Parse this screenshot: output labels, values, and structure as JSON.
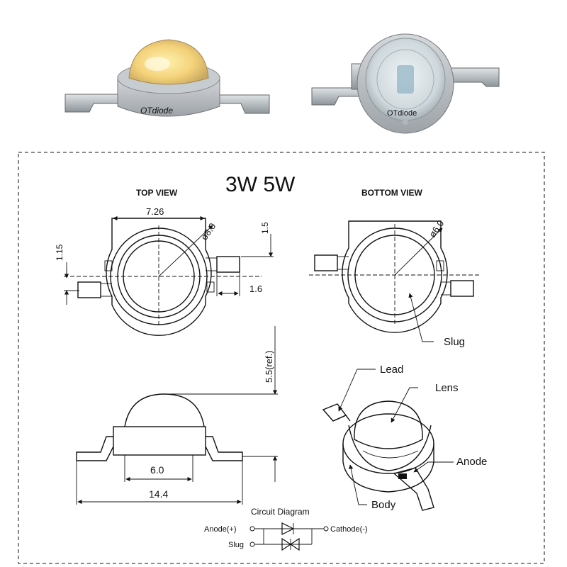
{
  "photos": {
    "left_brand": "OTdiode",
    "right_brand": "OTdiode"
  },
  "diagram": {
    "title": "3W  5W",
    "top_view_label": "TOP VIEW",
    "bottom_view_label": "BOTTOM VIEW",
    "top_view": {
      "width_dim": "7.26",
      "diameter_dim": "ø8.0",
      "left_height_dim": "1.15",
      "right_height_dim": "1.5",
      "lead_width_dim": "1.6"
    },
    "bottom_view": {
      "diameter_dim": "ø6.0",
      "slug_label": "Slug"
    },
    "side_view": {
      "height_dim": "5.5(ref.)",
      "inner_width_dim": "6.0",
      "total_width_dim": "14.4"
    },
    "iso_view": {
      "lead_label": "Lead",
      "lens_label": "Lens",
      "anode_label": "Anode",
      "body_label": "Body"
    },
    "circuit": {
      "title": "Circuit Diagram",
      "anode_label": "Anode(+)",
      "cathode_label": "Cathode(-)",
      "slug_label": "Slug"
    }
  }
}
